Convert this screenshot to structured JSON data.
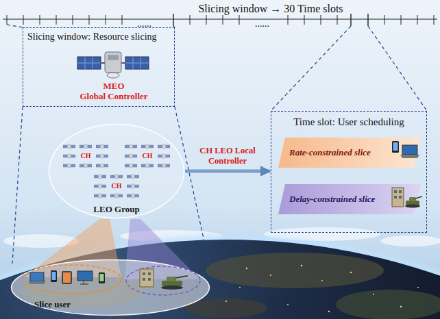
{
  "diagram": {
    "nodes": [
      {
        "text": [
          "Slicing window: Resource slicing"
        ]
      },
      {
        "text": [
          "MEO",
          "Global Controller"
        ],
        "in": 0
      },
      {
        "text": [
          "LEO Group"
        ]
      },
      {
        "text": [
          "Time slot: User scheduling"
        ]
      },
      {
        "text": [
          "Rate-constrained slice"
        ],
        "in": 3
      },
      {
        "text": [
          "Delay-constrained slice"
        ],
        "in": 3
      },
      {
        "text": [
          "Slice user"
        ]
      }
    ],
    "edges": [
      {
        "from": 2,
        "to": 3,
        "arrow": "to",
        "label": "CH LEO Local Controller"
      }
    ],
    "labels": [
      "Slicing window → 30 Time slots",
      "......",
      "......",
      "CH",
      "CH",
      "CH"
    ]
  }
}
